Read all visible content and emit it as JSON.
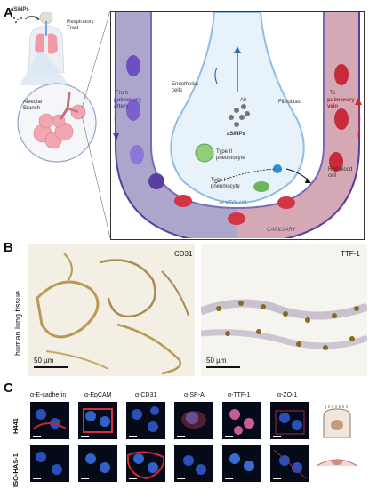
{
  "panelA": {
    "letter": "A",
    "asinps_top": "aSiNPs",
    "respiratory_tract": "Respiratory\nTract",
    "alveolar_branch": "Alveolar\nBranch",
    "endothelial": "Endothelial\ncells",
    "air": "Air",
    "fibroblast": "Fibroblast",
    "from_pa_1": "From",
    "from_pa_2": "pulmonary\nartery",
    "to_pv_1": "To",
    "to_pv_2": "pulmonary\nvein",
    "asinps_mid": "aSiNPs",
    "type2": "Type II\npneumocyte",
    "type1": "Type I\npneumocyte",
    "rbc": "Red blood\ncell",
    "alveolus": "ALVEOLUS",
    "capillary": "CAPILLARY",
    "colors": {
      "artery": "#5a3fa0",
      "vein": "#b81f2e",
      "frame": "#333333"
    }
  },
  "panelB": {
    "letter": "B",
    "side_label": "human lung tissue",
    "left_title": "CD31",
    "right_title": "TTF-1",
    "scale_left": "50 µm",
    "scale_right": "50 µm"
  },
  "panelC": {
    "letter": "C",
    "columns": [
      "α-E-cadherin",
      "α-EpCAM",
      "α-CD31",
      "α-SP-A",
      "α-TTF-1",
      "α-ZO-1"
    ],
    "rows": [
      "H441",
      "ISO-HAS-1"
    ]
  }
}
